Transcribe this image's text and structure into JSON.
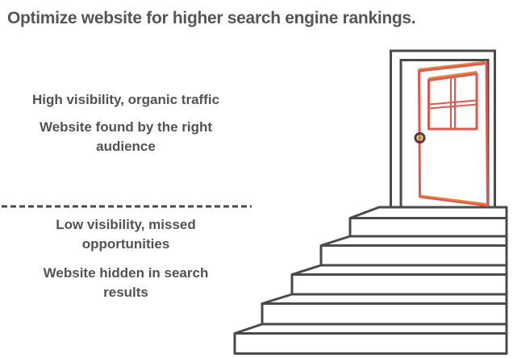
{
  "title": "Optimize website for higher search engine rankings.",
  "upper_section": {
    "benefit_1": "High visibility, organic traffic",
    "benefit_2": "Website found by the right audience"
  },
  "lower_section": {
    "drawback_1": "Low visibility, missed opportunities",
    "drawback_2": "Website hidden in search results"
  },
  "illustration": {
    "door_icon": "open-door-with-four-pane-window",
    "stairs_icon": "five-step-staircase",
    "divider_icon": "dashed-horizontal-divider",
    "knob_icon": "round-door-knob"
  },
  "colors": {
    "heading_text": "#55565a",
    "body_text": "#525255",
    "outline_gray": "#4a4a4c",
    "door_red": "#e2574c",
    "door_orange_accent": "#e0853f",
    "knob_dark": "#5e3434",
    "knob_yellow": "#b3a23d",
    "background": "#ffffff"
  }
}
